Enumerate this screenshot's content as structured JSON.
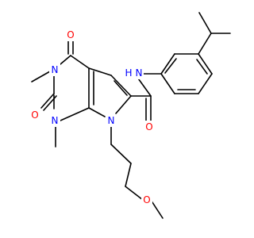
{
  "molecule": {
    "colors": {
      "carbon_bond": "#000000",
      "nitrogen": "#0000ff",
      "oxygen": "#ff0000",
      "background": "#ffffff"
    },
    "atoms": {
      "o_c4": "O",
      "o_c2": "O",
      "o_amide": "O",
      "o_ether": "O",
      "n3": "N",
      "n1": "N",
      "n7": "N",
      "n_amide": "N",
      "h_amide": "H"
    }
  }
}
